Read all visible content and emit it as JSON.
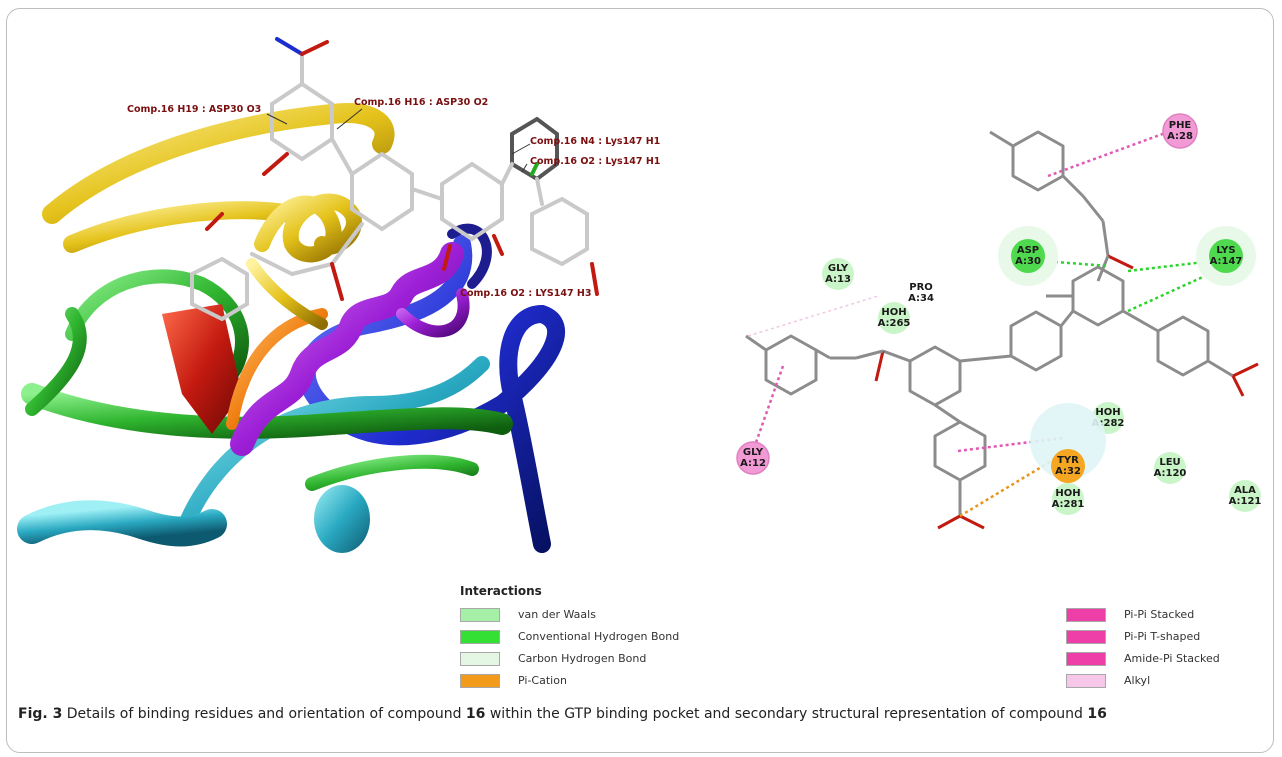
{
  "left_annotations": [
    "Comp.16 H19 : ASP30 O3",
    "Comp.16 H16 : ASP30 O2",
    "Comp.16 N4 : Lys147 H1",
    "Comp.16 O2 : Lys147 H1",
    "Comp.16 O2 : LYS147 H3"
  ],
  "residues": [
    {
      "name": "PHE",
      "chain": "A:28",
      "color": "#f29ad6"
    },
    {
      "name": "ASP",
      "chain": "A:30",
      "color": "#4fd94f"
    },
    {
      "name": "LYS",
      "chain": "A:147",
      "color": "#4fd94f"
    },
    {
      "name": "GLY",
      "chain": "A:13",
      "color": "#c9f5c9"
    },
    {
      "name": "PRO",
      "chain": "A:34",
      "color": "#ffffff"
    },
    {
      "name": "HOH",
      "chain": "A:265",
      "color": "#c9f5c9"
    },
    {
      "name": "GLY",
      "chain": "A:12",
      "color": "#f29ad6"
    },
    {
      "name": "HOH",
      "chain": "A:282",
      "color": "#c9f5c9"
    },
    {
      "name": "TYR",
      "chain": "A:32",
      "color": "#f5a623"
    },
    {
      "name": "HOH",
      "chain": "A:281",
      "color": "#c9f5c9"
    },
    {
      "name": "LEU",
      "chain": "A:120",
      "color": "#c9f5c9"
    },
    {
      "name": "ALA",
      "chain": "A:121",
      "color": "#c9f5c9"
    }
  ],
  "legend": {
    "title": "Interactions",
    "items": [
      {
        "label": "van der Waals",
        "color": "#a6efa6"
      },
      {
        "label": "Conventional Hydrogen Bond",
        "color": "#33e033"
      },
      {
        "label": "Carbon Hydrogen Bond",
        "color": "#e4f7e4"
      },
      {
        "label": "Pi-Cation",
        "color": "#f29a1a"
      },
      {
        "label": "Pi-Pi Stacked",
        "color": "#ee3fa8"
      },
      {
        "label": "Pi-Pi T-shaped",
        "color": "#ee3fa8"
      },
      {
        "label": "Amide-Pi Stacked",
        "color": "#ee3fa8"
      },
      {
        "label": "Alkyl",
        "color": "#f7c7ea"
      }
    ]
  },
  "caption": {
    "prefix": "Fig. 3",
    "t1": "  Details of binding residues and orientation of compound ",
    "c1": "16",
    "t2": " within the GTP binding pocket and secondary structural representation of compound ",
    "c2": "16"
  }
}
